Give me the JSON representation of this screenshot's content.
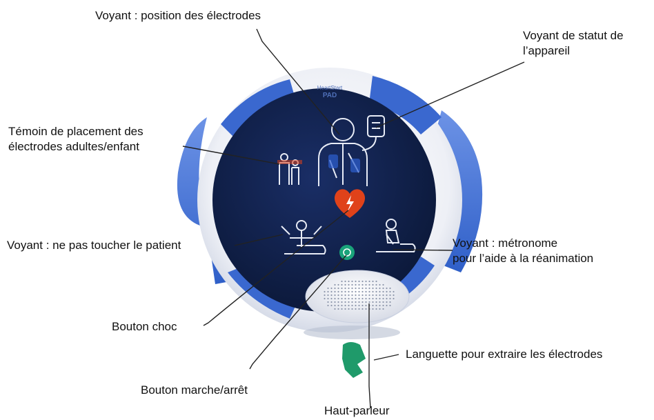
{
  "device": {
    "brand_line1": "HeartStart",
    "brand_line2": "PAD",
    "colors": {
      "housing": "#eef0f6",
      "housing_shadow": "#c9d0e0",
      "wing_blue": "#2f5fc8",
      "wing_blue_light": "#6d93e6",
      "face": "#0e1f4a",
      "shock_button": "#e0421a",
      "power_button": "#1aa37a",
      "pull_tab": "#1f9a6a",
      "leader_line": "#222222",
      "icon_stroke": "#e8ecf6"
    },
    "icons": [
      "electrode-placement-icon",
      "device-status-icon",
      "adult-child-icon",
      "do-not-touch-icon",
      "cpr-icon",
      "shock-heart-icon",
      "power-icon",
      "speaker-grille"
    ]
  },
  "labels": {
    "electrode_position": "Voyant : position des électrodes",
    "device_status_line1": "Voyant de statut de",
    "device_status_line2": "l’appareil",
    "adult_child_line1": "Témoin de placement des",
    "adult_child_line2": "électrodes adultes/enfant",
    "do_not_touch": "Voyant : ne pas toucher le patient",
    "metronome_line1": "Voyant : métronome",
    "metronome_line2": "pour l’aide à la réanimation",
    "shock_button": "Bouton choc",
    "pull_tab": "Languette pour extraire les électrodes",
    "power_button": "Bouton marche/arrêt",
    "speaker": "Haut-parleur"
  }
}
